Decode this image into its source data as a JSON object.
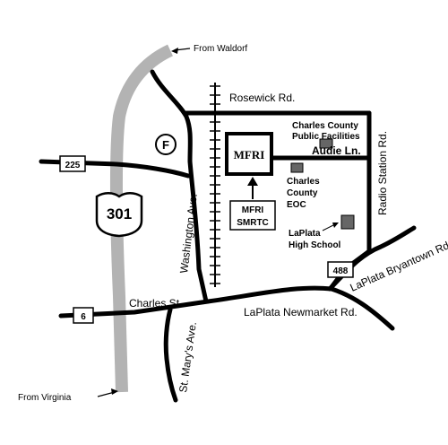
{
  "roads": {
    "rosewick": "Rosewick Rd.",
    "audie": "Audie Ln.",
    "radio_station": "Radio Station Rd.",
    "washington": "Washington Ave.",
    "charles": "Charles St.",
    "laplata_newmarket": "LaPlata Newmarket Rd.",
    "laplata_bryantown": "LaPlata Bryantown Rd.",
    "st_marys": "St. Mary's Ave."
  },
  "route_shields": {
    "us_301": "301",
    "route_225": "225",
    "route_6": "6",
    "route_488": "488"
  },
  "directions": {
    "from_waldorf": "From Waldorf",
    "from_virginia": "From Virginia"
  },
  "places": {
    "mfri": "MFRI",
    "mfri_smrtc_line1": "MFRI",
    "mfri_smrtc_line2": "SMRTC",
    "public_facilities_line1": "Charles County",
    "public_facilities_line2": "Public Facilities",
    "eoc_line1": "Charles",
    "eoc_line2": "County",
    "eoc_line3": "EOC",
    "high_school_line1": "LaPlata",
    "high_school_line2": "High School",
    "fire_station": "F"
  },
  "colors": {
    "road": "#000000",
    "highway_301": "#b3b3b3",
    "building_fill": "#666666",
    "background": "#ffffff"
  }
}
